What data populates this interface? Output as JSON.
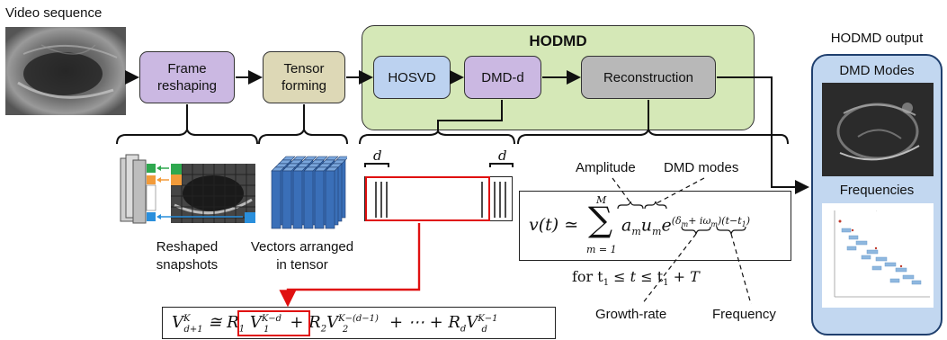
{
  "labels": {
    "video_sequence": "Video sequence",
    "hodmd_output": "HODMD output",
    "hodmd_title": "HODMD",
    "reshaped_snapshots": "Reshaped\nsnapshots",
    "vectors_tensor": "Vectors arranged\nin tensor",
    "amplitude": "Amplitude",
    "dmd_modes_annot": "DMD modes",
    "growth_rate": "Growth-rate",
    "frequency_annot": "Frequency",
    "d_left": "d",
    "d_right": "d"
  },
  "blocks": {
    "frame_reshaping": "Frame\nreshaping",
    "tensor_forming": "Tensor\nforming",
    "hosvd": "HOSVD",
    "dmd_d": "DMD-d",
    "reconstruction": "Reconstruction"
  },
  "output": {
    "dmd_modes": "DMD Modes",
    "frequencies": "Frequencies"
  },
  "equations": {
    "expansion_lhs": "v(t) ≃",
    "sum_upper": "M",
    "sum_lower": "m = 1",
    "expansion_terms": "a",
    "condition": "for t₁ ≤ t ≤ t₁ + T",
    "recurrence": "V",
    "recurrence_text": "V_{d+1}^K ≅ R_1 V_1^{K−d} + R_2 V_2^{K−(d−1)} + ⋯ + R_d V_d^{K−1}"
  },
  "colors": {
    "hodmd_panel": "#d5e8b7",
    "output_panel": "#c2d7f0",
    "frame_reshaping": "#cbb8e2",
    "tensor_forming": "#ddd8b6",
    "hosvd": "#bcd2f0",
    "dmd_d": "#cbb8e2",
    "reconstruction": "#b8b8b8",
    "highlight_red": "#e01010",
    "tensor_blue": "#3a6fb8"
  }
}
